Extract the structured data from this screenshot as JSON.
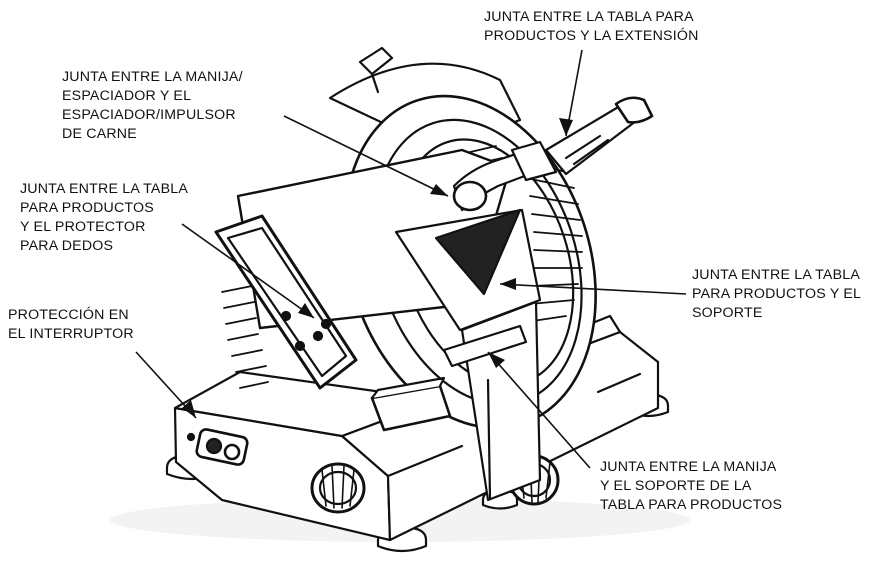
{
  "callouts": [
    {
      "id": "tabla-extension",
      "lines": [
        "JUNTA ENTRE LA TABLA PARA",
        "PRODUCTOS Y LA EXTENSIÓN"
      ]
    },
    {
      "id": "manija-espaciador",
      "lines": [
        "JUNTA ENTRE LA MANIJA/",
        "ESPACIADOR Y EL",
        "ESPACIADOR/IMPULSOR",
        "DE CARNE"
      ]
    },
    {
      "id": "tabla-protector",
      "lines": [
        "JUNTA ENTRE LA TABLA",
        "PARA PRODUCTOS",
        "Y EL PROTECTOR",
        "PARA DEDOS"
      ]
    },
    {
      "id": "interruptor",
      "lines": [
        "PROTECCIÓN EN",
        "EL INTERRUPTOR"
      ]
    },
    {
      "id": "tabla-soporte",
      "lines": [
        "JUNTA ENTRE LA TABLA",
        "PARA PRODUCTOS Y EL",
        "SOPORTE"
      ]
    },
    {
      "id": "manija-soporte",
      "lines": [
        "JUNTA ENTRE LA MANIJA",
        "Y EL SOPORTE DE LA",
        "TABLA PARA PRODUCTOS"
      ]
    }
  ],
  "colors": {
    "ink": "#111111",
    "paper": "#ffffff"
  }
}
